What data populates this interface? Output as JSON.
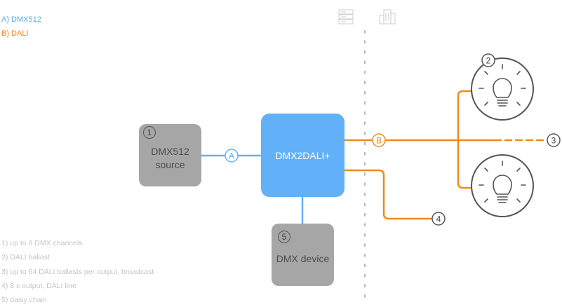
{
  "legend": {
    "a": "A) DMX512",
    "b": "B) DALI"
  },
  "colors": {
    "dmx": "#5aa9ea",
    "dali": "#ee8a1e",
    "box": "#a6a6a6",
    "main": "#62b0f7"
  },
  "nodes": {
    "source": {
      "num": "1",
      "line1": "DMX512",
      "line2": "source"
    },
    "main": {
      "label": "DMX2DALI+"
    },
    "device": {
      "num": "5",
      "label": "DMX device"
    }
  },
  "badges": {
    "a": "A",
    "b": "B",
    "ballast_num": "2",
    "broadcast_num": "3",
    "output_num": "4"
  },
  "icons": {
    "left": "server-icon",
    "right": "building-icon",
    "lamp": "lightbulb-icon"
  },
  "notes": [
    "1) up to 8 DMX channels",
    "2) DALI ballast",
    "3) up to 64 DALI ballasts per output, broadcast",
    "4) 8 x output, DALI line",
    "5) daisy chain"
  ]
}
